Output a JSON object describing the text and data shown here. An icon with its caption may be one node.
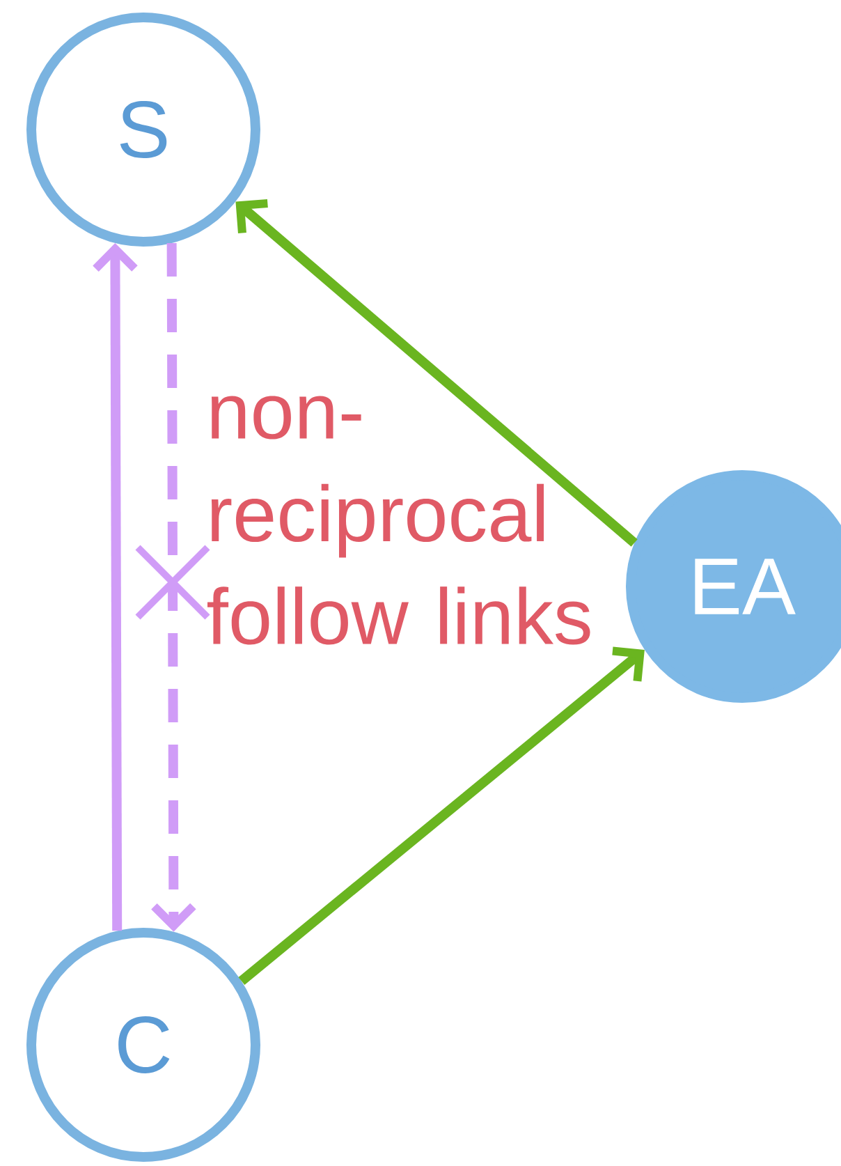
{
  "diagram": {
    "nodes": [
      {
        "text": [
          "S"
        ]
      },
      {
        "text": [
          "C"
        ]
      },
      {
        "text": [
          "EA"
        ]
      }
    ],
    "edges": [
      {
        "from": 1,
        "to": 0,
        "arrow": "to",
        "color": "#d09cf7"
      },
      {
        "from": 0,
        "to": 1,
        "arrow": "to",
        "style": "dashed",
        "color": "#d09cf7"
      },
      {
        "from": 1,
        "to": 2,
        "arrow": "to",
        "color": "#6ab520"
      },
      {
        "from": 2,
        "to": 0,
        "arrow": "to",
        "color": "#6ab520"
      }
    ],
    "labels": [
      "non-reciprocal follow links"
    ]
  }
}
